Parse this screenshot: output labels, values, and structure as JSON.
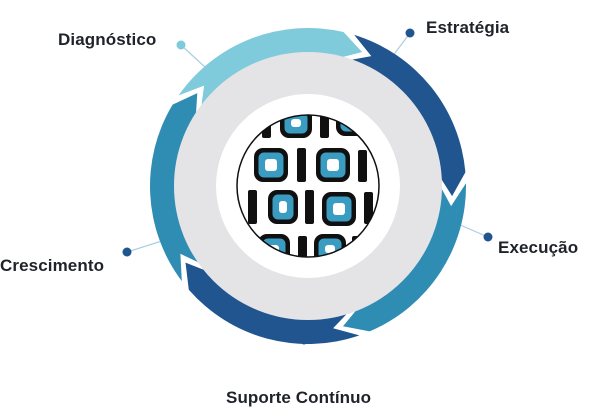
{
  "diagram": {
    "stages": [
      {
        "label": "Estratégia",
        "color": "#20558f"
      },
      {
        "label": "Execução",
        "color": "#2f8db4"
      },
      {
        "label": "Suporte Contínuo",
        "color": "#20558f"
      },
      {
        "label": "Crescimento",
        "color": "#2f8db4"
      },
      {
        "label": "Diagnóstico",
        "color": "#7fcbdb"
      }
    ],
    "colors": {
      "inner_ring": "#e4e4e6",
      "dot_dark": "#20558f",
      "dot_light": "#7fcbdb",
      "leader_line": "#a9cfe0",
      "binary_fill": "#3b9cc2",
      "binary_stroke": "#101010"
    },
    "center_icon": "binary-code-icon"
  }
}
